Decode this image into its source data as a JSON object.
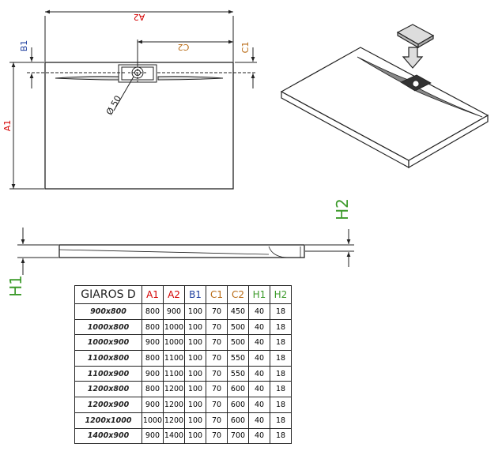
{
  "colors": {
    "red": "#d40000",
    "blue": "#1f3f9f",
    "orange": "#b86a14",
    "green": "#3c9a2a",
    "line": "#222222"
  },
  "labels": {
    "a1": "A1",
    "a2": "A2",
    "b1": "B1",
    "c1": "C1",
    "c2": "C2",
    "h1": "H1",
    "h2": "H2",
    "diameter": "Ø 50"
  },
  "table": {
    "model_header": "GIAROS D",
    "headers": [
      "A1",
      "A2",
      "B1",
      "C1",
      "C2",
      "H1",
      "H2"
    ],
    "rows": [
      {
        "model": "900x800",
        "values": [
          "800",
          "900",
          "100",
          "70",
          "450",
          "40",
          "18"
        ]
      },
      {
        "model": "1000x800",
        "values": [
          "800",
          "1000",
          "100",
          "70",
          "500",
          "40",
          "18"
        ]
      },
      {
        "model": "1000x900",
        "values": [
          "900",
          "1000",
          "100",
          "70",
          "500",
          "40",
          "18"
        ]
      },
      {
        "model": "1100x800",
        "values": [
          "800",
          "1100",
          "100",
          "70",
          "550",
          "40",
          "18"
        ]
      },
      {
        "model": "1100x900",
        "values": [
          "900",
          "1100",
          "100",
          "70",
          "550",
          "40",
          "18"
        ]
      },
      {
        "model": "1200x800",
        "values": [
          "800",
          "1200",
          "100",
          "70",
          "600",
          "40",
          "18"
        ]
      },
      {
        "model": "1200x900",
        "values": [
          "900",
          "1200",
          "100",
          "70",
          "600",
          "40",
          "18"
        ]
      },
      {
        "model": "1200x1000",
        "values": [
          "1000",
          "1200",
          "100",
          "70",
          "600",
          "40",
          "18"
        ]
      },
      {
        "model": "1400x900",
        "values": [
          "900",
          "1400",
          "100",
          "70",
          "700",
          "40",
          "18"
        ]
      }
    ]
  }
}
